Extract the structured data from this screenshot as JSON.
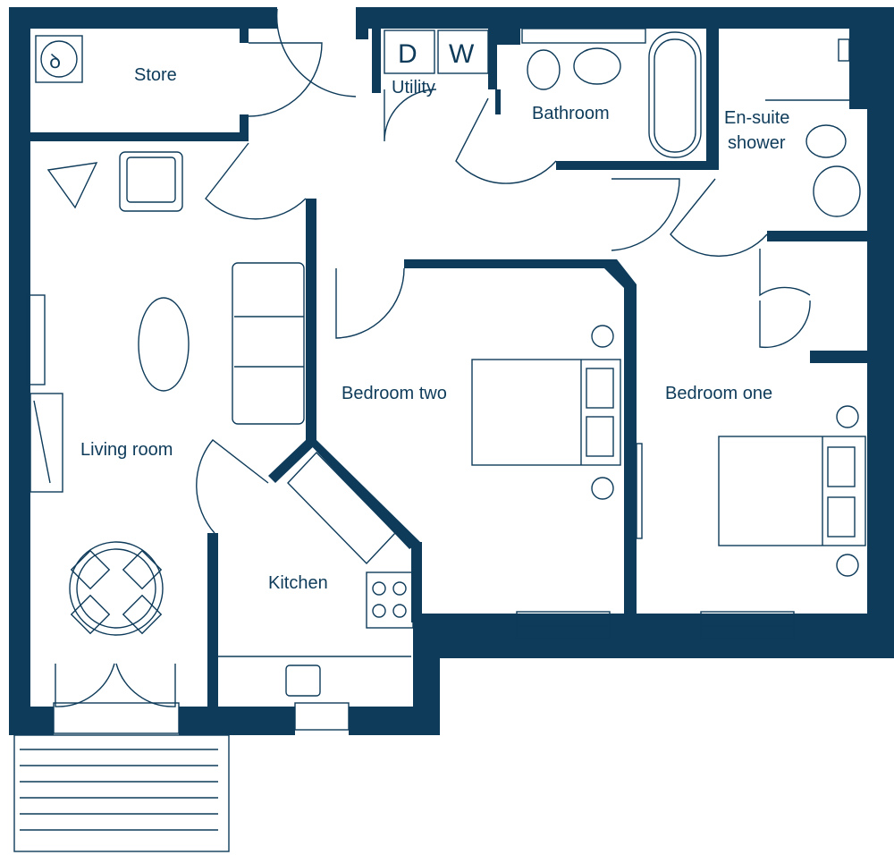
{
  "floorplan": {
    "colors": {
      "wall": "#0e3b5a",
      "background": "#ffffff"
    },
    "rooms": {
      "store": "Store",
      "utility": "Utility",
      "bathroom": "Bathroom",
      "ensuite_line1": "En-suite",
      "ensuite_line2": "shower",
      "living_room": "Living room",
      "bedroom_two": "Bedroom two",
      "bedroom_one": "Bedroom one",
      "kitchen": "Kitchen"
    },
    "appliances": {
      "dryer": "D",
      "washer": "W"
    },
    "icons": [
      "boiler-icon",
      "toilet-icon",
      "basin-icon",
      "bath-icon",
      "shower-icon",
      "hob-icon",
      "sink-icon",
      "bed-icon",
      "sofa-icon",
      "armchair-icon",
      "dining-table-icon",
      "lamp-icon",
      "radiator-icon",
      "balcony-icon"
    ]
  }
}
